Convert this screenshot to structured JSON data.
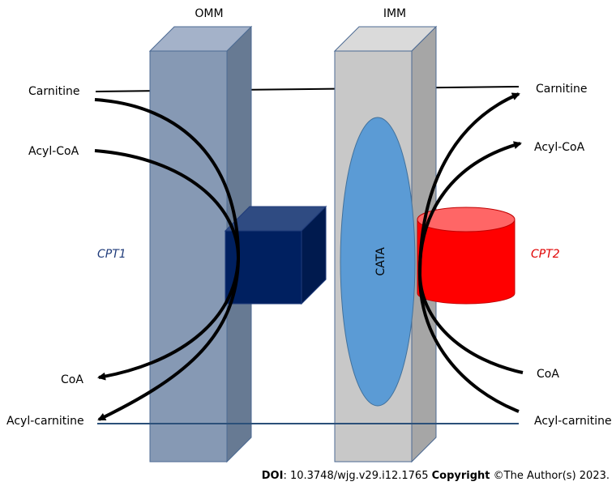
{
  "membranes": {
    "outer": {
      "label": "OMM"
    },
    "inner": {
      "label": "IMM"
    }
  },
  "enzymes": {
    "cpt1": {
      "label": "CPT1",
      "color": "#1f3b7a"
    },
    "cata": {
      "label": "CATA"
    },
    "cpt2": {
      "label": "CPT2",
      "color": "#e00000"
    }
  },
  "molecules": {
    "left": {
      "carnitine": "Carnitine",
      "acyl_coa": "Acyl-CoA",
      "coa": "CoA",
      "acyl_carnitine": "Acyl-carnitine"
    },
    "right": {
      "carnitine": "Carnitine",
      "acyl_coa": "Acyl-CoA",
      "coa": "CoA",
      "acyl_carnitine": "Acyl-carnitine"
    }
  },
  "footer": {
    "doi_label": "DOI",
    "doi_value": ": 10.3748/wjg.v29.i12.1765 ",
    "copyright_label": "Copyright",
    "copyright_value": " ©The Author(s) 2023."
  }
}
